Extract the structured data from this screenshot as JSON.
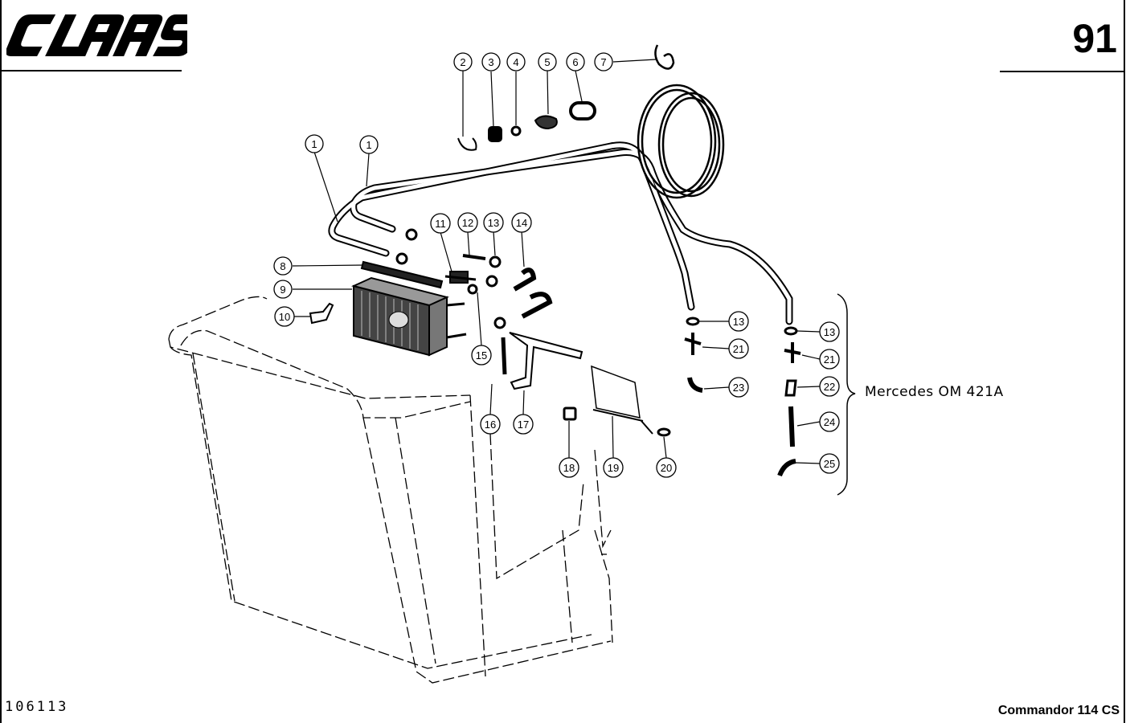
{
  "header": {
    "brand": "CLAAS",
    "page_number": "91"
  },
  "footer": {
    "drawing_number": "106113",
    "model": "Commandor 114 CS"
  },
  "variant_bracket": {
    "label": "Mercedes OM 421A"
  },
  "callouts": [
    {
      "id": "c1a",
      "number": "1"
    },
    {
      "id": "c1b",
      "number": "1"
    },
    {
      "id": "c2",
      "number": "2"
    },
    {
      "id": "c3",
      "number": "3"
    },
    {
      "id": "c4",
      "number": "4"
    },
    {
      "id": "c5",
      "number": "5"
    },
    {
      "id": "c6",
      "number": "6"
    },
    {
      "id": "c7",
      "number": "7"
    },
    {
      "id": "c8",
      "number": "8"
    },
    {
      "id": "c9",
      "number": "9"
    },
    {
      "id": "c10",
      "number": "10"
    },
    {
      "id": "c11",
      "number": "11"
    },
    {
      "id": "c12",
      "number": "12"
    },
    {
      "id": "c13a",
      "number": "13"
    },
    {
      "id": "c14",
      "number": "14"
    },
    {
      "id": "c15",
      "number": "15"
    },
    {
      "id": "c16",
      "number": "16"
    },
    {
      "id": "c17",
      "number": "17"
    },
    {
      "id": "c18",
      "number": "18"
    },
    {
      "id": "c19",
      "number": "19"
    },
    {
      "id": "c20",
      "number": "20"
    },
    {
      "id": "c13b",
      "number": "13"
    },
    {
      "id": "c21a",
      "number": "21"
    },
    {
      "id": "c23",
      "number": "23"
    },
    {
      "id": "c13c",
      "number": "13"
    },
    {
      "id": "c21b",
      "number": "21"
    },
    {
      "id": "c22",
      "number": "22"
    },
    {
      "id": "c24",
      "number": "24"
    },
    {
      "id": "c25",
      "number": "25"
    }
  ]
}
